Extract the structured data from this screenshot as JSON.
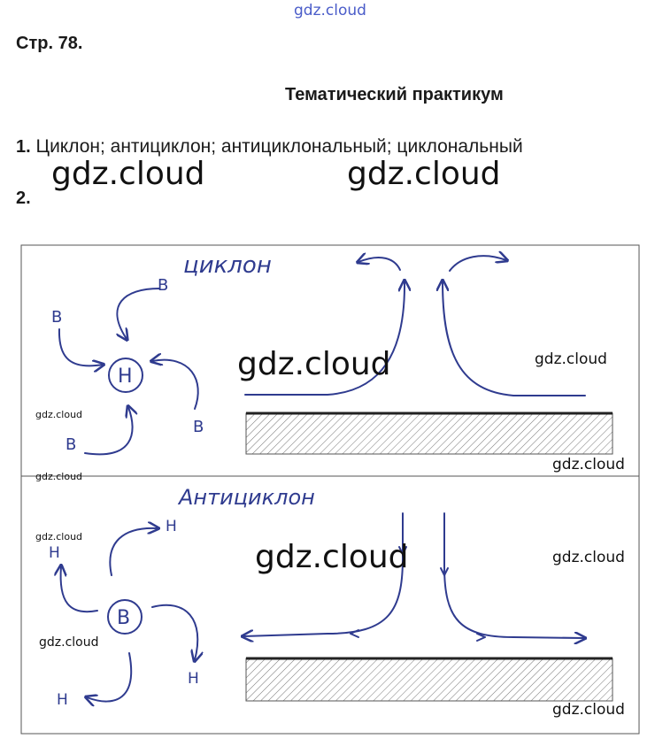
{
  "watermark_top": "gdz.cloud",
  "page_ref": "Стр. 78.",
  "section_title": "Тематический практикум",
  "items": [
    {
      "num": "1.",
      "text": "Циклон; антициклон; антициклональный; циклональный"
    },
    {
      "num": "2.",
      "text": ""
    }
  ],
  "figure": {
    "cyclone": {
      "title": "циклон",
      "center": "Н",
      "arrow_labels": [
        "В",
        "В",
        "В",
        "В"
      ]
    },
    "anticyclone": {
      "title": "Антициклон",
      "center": "В",
      "arrow_labels": [
        "Н",
        "Н",
        "Н",
        "Н"
      ]
    }
  },
  "watermarks": {
    "big": "gdz.cloud",
    "small": "gdz.cloud",
    "tiny": "gdz.cloud"
  },
  "colors": {
    "ink": "#2f3b8f",
    "watermark_top": "#4a5cc9"
  }
}
